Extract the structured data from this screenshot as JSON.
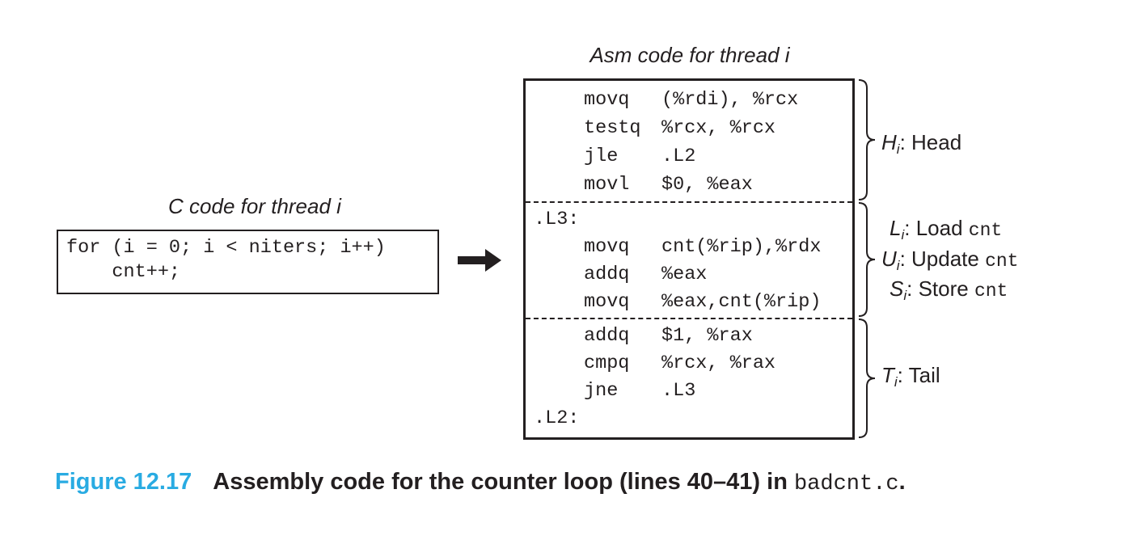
{
  "c_code": {
    "title": "C code for thread i",
    "lines": [
      "for (i = 0; i < niters; i++)",
      "    cnt++;"
    ]
  },
  "asm": {
    "title": "Asm code for thread i",
    "sections": [
      {
        "lines": [
          {
            "label": "",
            "op": "movq",
            "args": "(%rdi), %rcx"
          },
          {
            "label": "",
            "op": "testq",
            "args": "%rcx, %rcx"
          },
          {
            "label": "",
            "op": "jle",
            "args": ".L2"
          },
          {
            "label": "",
            "op": "movl",
            "args": "$0, %eax"
          }
        ]
      },
      {
        "lines": [
          {
            "label": ".L3:",
            "op": "",
            "args": ""
          },
          {
            "label": "",
            "op": "movq",
            "args": "cnt(%rip),%rdx"
          },
          {
            "label": "",
            "op": "addq",
            "args": "%eax"
          },
          {
            "label": "",
            "op": "movq",
            "args": "%eax,cnt(%rip)"
          }
        ]
      },
      {
        "lines": [
          {
            "label": "",
            "op": "addq",
            "args": "$1, %rax"
          },
          {
            "label": "",
            "op": "cmpq",
            "args": "%rcx, %rax"
          },
          {
            "label": "",
            "op": "jne",
            "args": ".L3"
          },
          {
            "label": ".L2:",
            "op": "",
            "args": ""
          }
        ]
      }
    ]
  },
  "segments": {
    "head": {
      "var": "H",
      "sub": "i",
      "text": ": Head",
      "code": ""
    },
    "load": {
      "var": "L",
      "sub": "i",
      "text": ": Load ",
      "code": "cnt"
    },
    "update": {
      "var": "U",
      "sub": "i",
      "text": ": Update ",
      "code": "cnt"
    },
    "store": {
      "var": "S",
      "sub": "i",
      "text": ": Store ",
      "code": "cnt"
    },
    "tail": {
      "var": "T",
      "sub": "i",
      "text": ": Tail",
      "code": ""
    }
  },
  "caption": {
    "number": "Figure 12.17",
    "text": "Assembly code for the counter loop (lines 40–41) in ",
    "code": "badcnt.c",
    "end": "."
  },
  "colors": {
    "caption_number": "#29abe2",
    "ink": "#231f20"
  }
}
